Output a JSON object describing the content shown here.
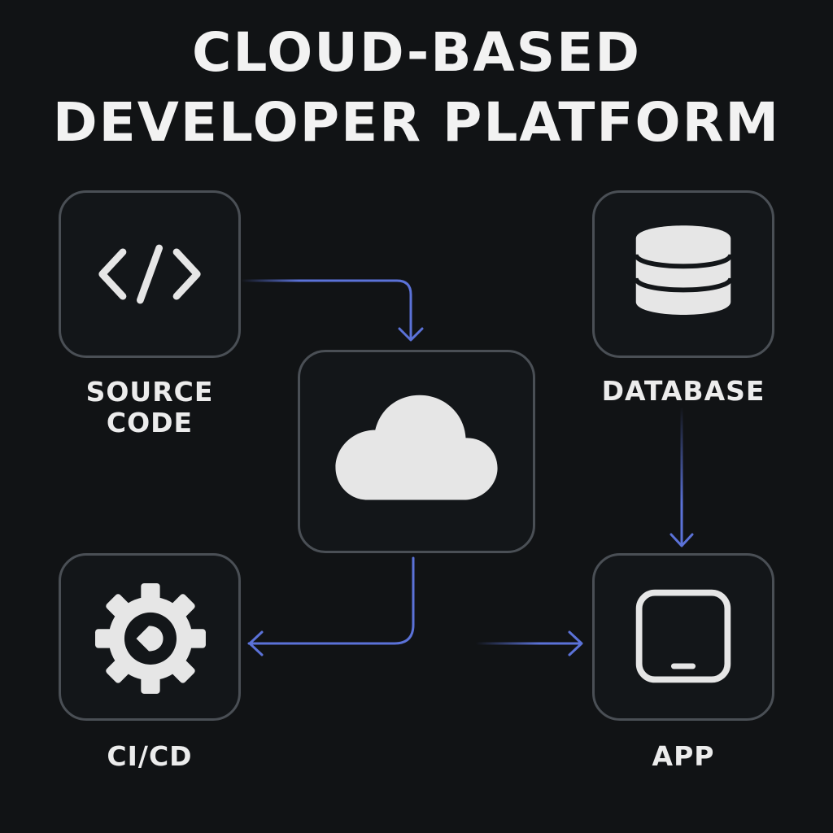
{
  "title": {
    "line1": "CLOUD-BASED",
    "line2": "DEVELOPER PLATFORM"
  },
  "nodes": {
    "source": {
      "label_line1": "SOURCE",
      "label_line2": "CODE",
      "icon": "code-brackets-icon"
    },
    "database": {
      "label": "DATABASE",
      "icon": "database-icon"
    },
    "cloud": {
      "icon": "cloud-icon"
    },
    "cicd": {
      "label": "CI/CD",
      "icon": "gear-icon"
    },
    "app": {
      "label": "APP",
      "icon": "app-window-icon"
    }
  },
  "edges": [
    {
      "from": "source",
      "to": "cloud"
    },
    {
      "from": "cloud",
      "to": "cicd"
    },
    {
      "from": "cicd",
      "to": "app"
    },
    {
      "from": "database",
      "to": "app"
    }
  ],
  "colors": {
    "background": "#111315",
    "node_border": "#4a4f55",
    "icon": "#e6e6e6",
    "connector": "#5b72d8",
    "text": "#ececec"
  }
}
